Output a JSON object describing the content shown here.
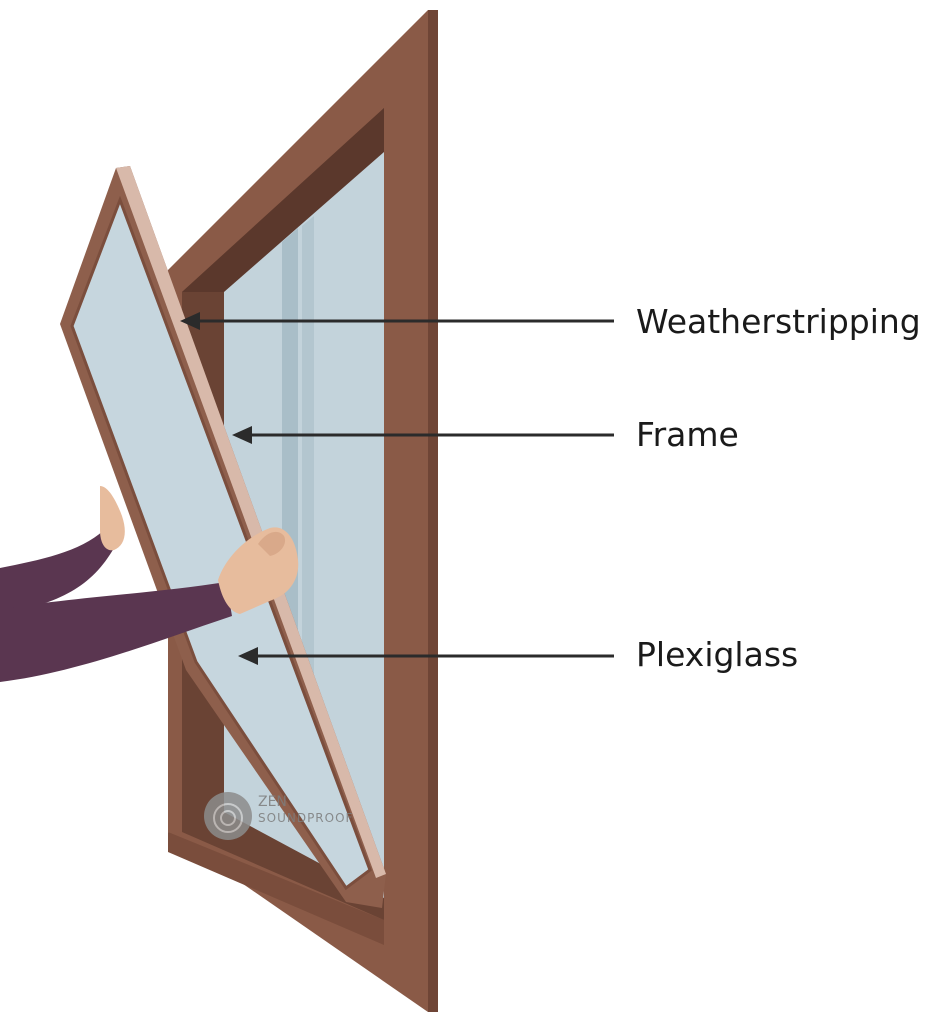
{
  "labels": {
    "weatherstripping": "Weatherstripping",
    "frame": "Frame",
    "plexiglass": "Plexiglass"
  },
  "watermark": {
    "line1": "ZEN",
    "line2": "SOUNDPROOF",
    "logo_icon": "ripple-logo-icon"
  },
  "colors": {
    "window_frame": "#8a5a47",
    "window_frame_dark": "#5e3d30",
    "window_glass": "#c3d3db",
    "insert_frame": "#8e5f4c",
    "insert_trim": "#d8b9aa",
    "sleeve": "#5a3650",
    "skin": "#e7bc9d",
    "arrow": "#2b2b2b",
    "text": "#1a1a1a"
  }
}
